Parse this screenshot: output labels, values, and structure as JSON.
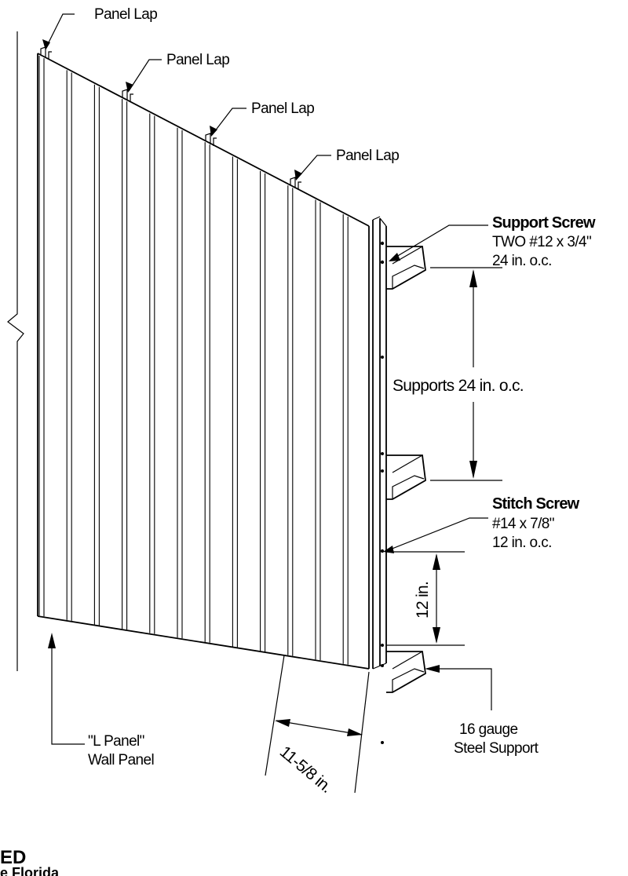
{
  "diagram": {
    "panel_lap_labels": [
      "Panel Lap",
      "Panel Lap",
      "Panel Lap",
      "Panel Lap"
    ],
    "support_screw": {
      "title": "Support Screw",
      "spec": "TWO #12 x 3/4\"",
      "spacing": "24 in. o.c."
    },
    "supports_dimension": "Supports 24 in. o.c.",
    "stitch_screw": {
      "title": "Stitch Screw",
      "spec": "#14 x 7/8\"",
      "spacing": "12 in. o.c."
    },
    "stitch_dimension": "12 in.",
    "steel_support": {
      "line1": "16 gauge",
      "line2": "Steel Support"
    },
    "wall_panel": {
      "line1": "\"L Panel\"",
      "line2": "Wall Panel"
    },
    "width_dimension": "11-5/8 in.",
    "footer": {
      "line1": "ED",
      "line2": "e Florida"
    }
  }
}
